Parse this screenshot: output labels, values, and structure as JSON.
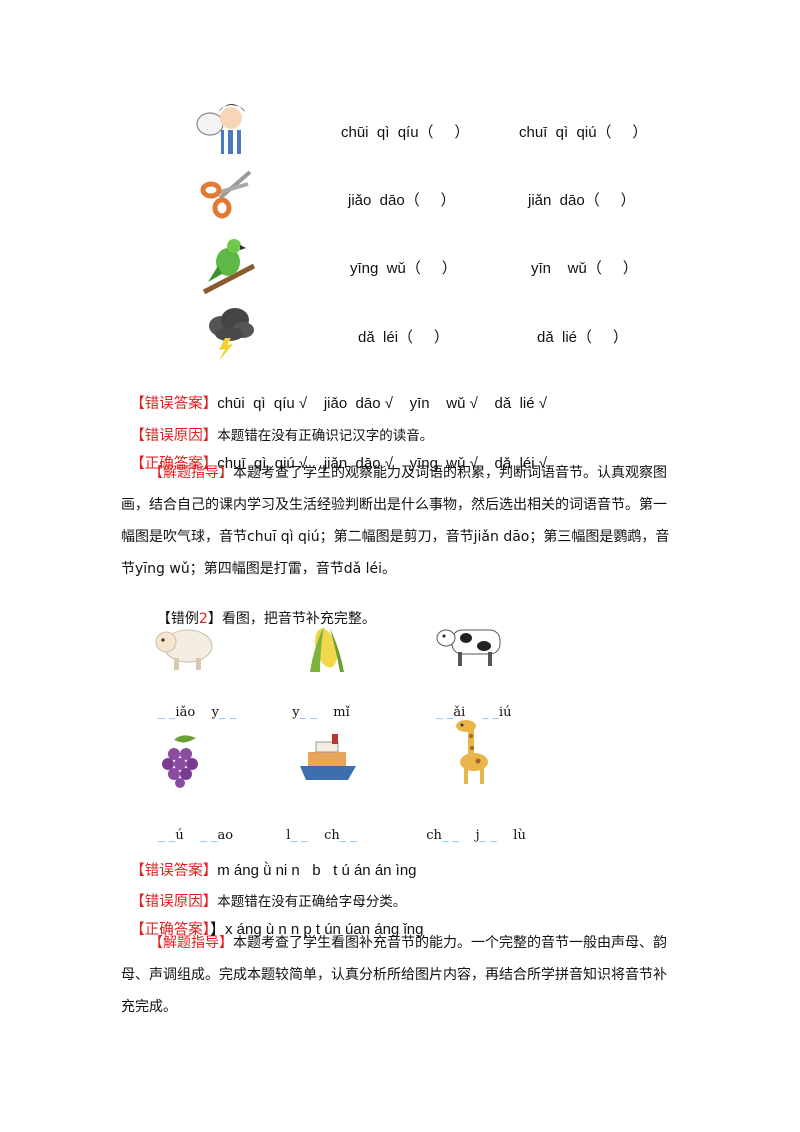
{
  "q1": {
    "rows": [
      {
        "icon": "boy-blowing-balloon-icon",
        "a": "chūi  qì  qíu（     ）",
        "b": "chuī  qì  qiú（     ）"
      },
      {
        "icon": "scissors-icon",
        "a": "jiǎo  dāo（     ）",
        "b": "jiǎn  dāo（     ）"
      },
      {
        "icon": "parrot-icon",
        "a": "yīng  wǔ（     ）",
        "b": "yīn    wǔ（     ）"
      },
      {
        "icon": "thunder-cloud-icon",
        "a": "dǎ  léi（     ）",
        "b": "dǎ  lié（     ）"
      }
    ],
    "wrong_label": "【错误答案】",
    "wrong_text": "chūi  qì  qíu √    jiǎo  dāo √    yīn    wǔ √    dǎ  lié √",
    "reason_label": "【错误原因】",
    "reason_text": "本题错在没有正确识记汉字的读音。",
    "correct_label": "【正确答案】",
    "correct_text": "chuī  qì  qiú √    jiǎn  dāo √    yīng  wǔ √    dǎ  léi √",
    "guide_label": "【解题指导】",
    "guide_text": "本题考查了学生的观察能力及词语的积累，判断词语音节。认真观察图画，结合自己的课内学习及生活经验判断出是什么事物，然后选出相关的词语音节。第一幅图是吹气球，音节chuī qì qiú；第二幅图是剪刀，音节jiǎn dāo；第三幅图是鹦鹉，音节yīng wǔ；第四幅图是打雷，音节dǎ léi。"
  },
  "q2": {
    "label_prefix": "【错例",
    "label_num": "2",
    "label_suffix": "】",
    "title": "看图，把音节补充完整。",
    "row1": [
      {
        "icon": "sheep-icon",
        "parts": [
          [
            "_ _",
            "b"
          ],
          [
            "iǎo    y",
            "t"
          ],
          [
            "_ _",
            "b"
          ]
        ]
      },
      {
        "icon": "corn-icon",
        "parts": [
          [
            "y",
            "t"
          ],
          [
            "_ _",
            "b"
          ],
          [
            "    mǐ",
            "t"
          ]
        ]
      },
      {
        "icon": "cow-icon",
        "parts": [
          [
            "_ _",
            "b"
          ],
          [
            "ǎi    ",
            "t"
          ],
          [
            "_ _",
            "b"
          ],
          [
            "iú",
            "t"
          ]
        ]
      }
    ],
    "row2": [
      {
        "icon": "grapes-icon",
        "parts": [
          [
            "_ _",
            "b"
          ],
          [
            "ú    ",
            "t"
          ],
          [
            "_ _",
            "b"
          ],
          [
            "ao",
            "t"
          ]
        ]
      },
      {
        "icon": "ship-icon",
        "parts": [
          [
            "l",
            "t"
          ],
          [
            "_ _",
            "b"
          ],
          [
            "    ch",
            "t"
          ],
          [
            "_ _",
            "b"
          ]
        ]
      },
      {
        "icon": "giraffe-icon",
        "parts": [
          [
            "ch",
            "t"
          ],
          [
            "_ _",
            "b"
          ],
          [
            "    j",
            "t"
          ],
          [
            "_ _",
            "b"
          ],
          [
            "    lù",
            "t"
          ]
        ]
      }
    ],
    "wrong_label": "【错误答案】",
    "wrong_text": "m áng ǜ ni n   b   t ú án án ìng",
    "reason_label": "【错误原因】",
    "reason_text": "本题错在没有正确给字母分类。",
    "correct_label": "【正确答案】",
    "correct_text": "】x áng ù n n p t ún úan áng ǐng",
    "guide_label": "【解题指导】",
    "guide_text": "本题考查了学生看图补充音节的能力。一个完整的音节一般由声母、韵母、声调组成。完成本题较简单，认真分析所给图片内容，再结合所学拼音知识将音节补充完成。"
  }
}
